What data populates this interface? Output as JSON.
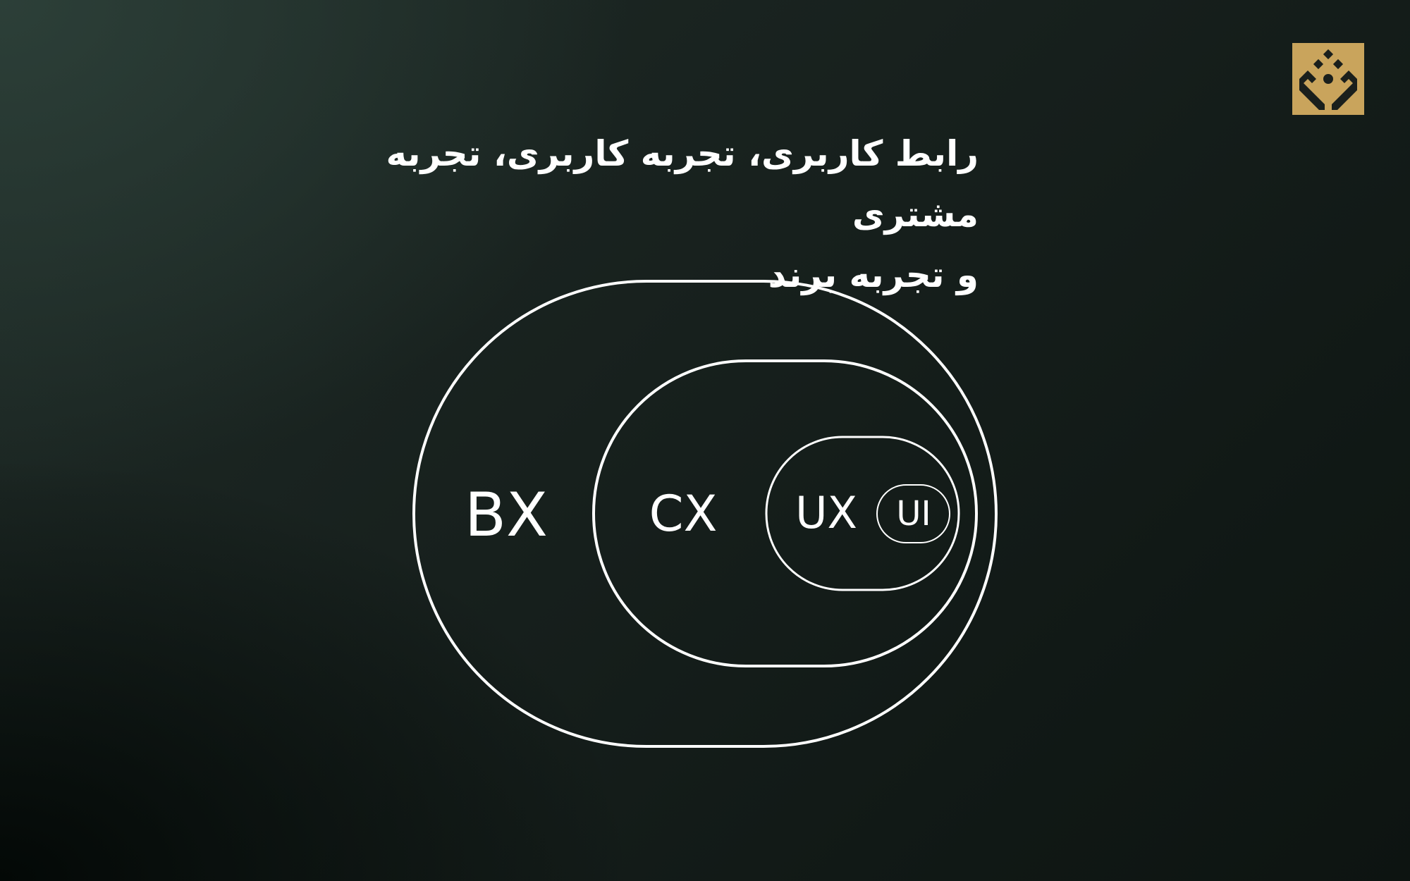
{
  "title": {
    "line1": "رابط کاربری، تجربه کاربری، تجربه مشتری",
    "line2": "و تجربه برند"
  },
  "diagram": {
    "layers": [
      {
        "label": "BX"
      },
      {
        "label": "CX"
      },
      {
        "label": "UX"
      },
      {
        "label": "UI"
      }
    ]
  },
  "colors": {
    "stroke": "#ffffff",
    "logo_background": "#c9a45c",
    "logo_mark": "#1a1f1c"
  },
  "icons": {
    "logo": "brand-logo-icon"
  }
}
